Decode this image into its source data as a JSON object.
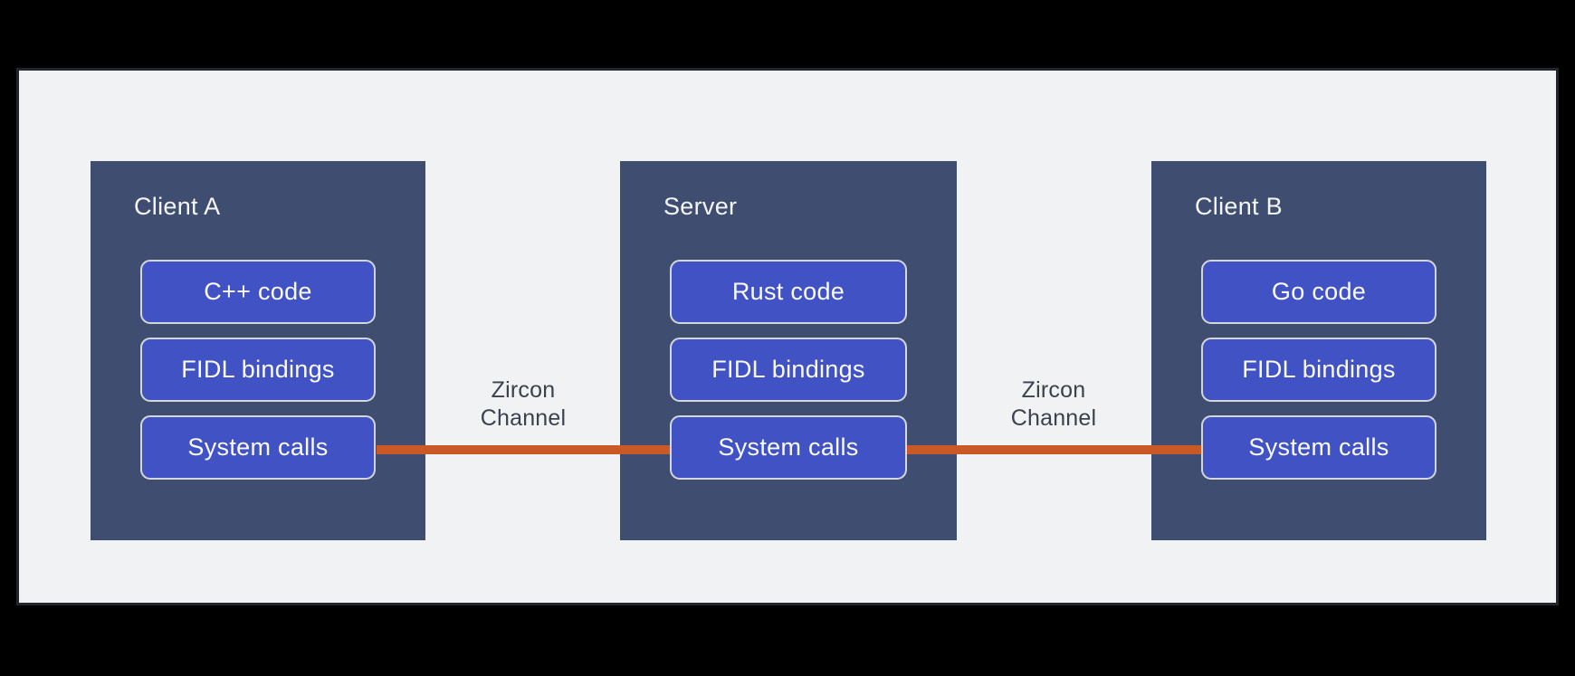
{
  "diagram": {
    "panels": [
      {
        "title": "Client A",
        "boxes": [
          "C++ code",
          "FIDL bindings",
          "System calls"
        ]
      },
      {
        "title": "Server",
        "boxes": [
          "Rust code",
          "FIDL bindings",
          "System calls"
        ]
      },
      {
        "title": "Client B",
        "boxes": [
          "Go code",
          "FIDL bindings",
          "System calls"
        ]
      }
    ],
    "channel_labels": [
      {
        "line1": "Zircon",
        "line2": "Channel"
      },
      {
        "line1": "Zircon",
        "line2": "Channel"
      }
    ],
    "colors": {
      "background": "#000000",
      "surface": "#F1F2F4",
      "surface_border": "#20252E",
      "panel": "#3E4D70",
      "box": "#4152C4",
      "box_border": "#D3D6DB",
      "box_text": "#FAFBFF",
      "panel_title_text": "#F5F6F8",
      "connector": "#C95A28",
      "label_text": "#3A424E"
    }
  }
}
